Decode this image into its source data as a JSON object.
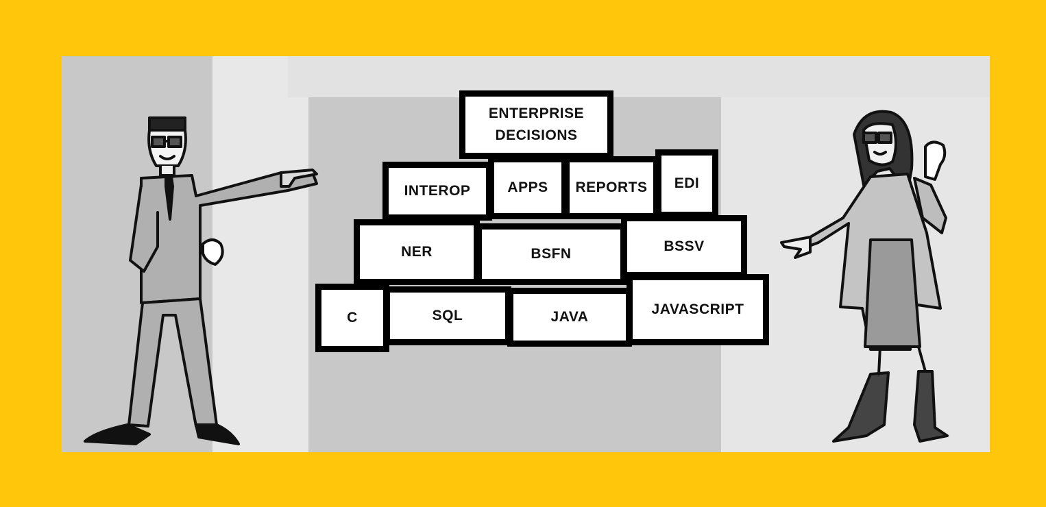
{
  "colors": {
    "frame": "#FFC60B",
    "panel": "#c8c8c8",
    "panel_light": "#e6e6e6",
    "brick_fill": "#ffffff",
    "brick_border": "#000000"
  },
  "bricks": {
    "top": "ENTERPRISE\nDECISIONS",
    "interop": "INTEROP",
    "apps": "APPS",
    "reports": "REPORTS",
    "edi": "EDI",
    "ner": "NER",
    "bsfn": "BSFN",
    "bssv": "BSSV",
    "c": "C",
    "sql": "SQL",
    "java": "JAVA",
    "javascript": "JAVASCRIPT"
  },
  "icons": {
    "man": "pointing-businessman-icon",
    "woman": "pointing-businesswoman-icon"
  }
}
